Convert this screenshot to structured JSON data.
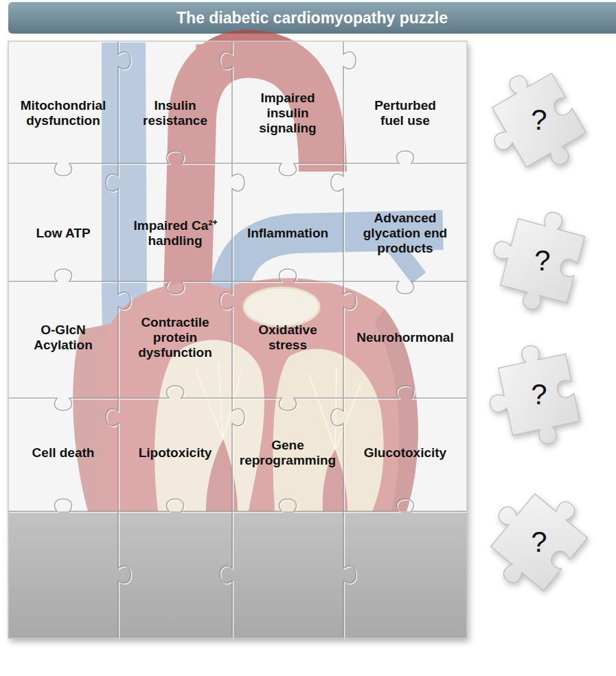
{
  "diagram": {
    "title": "The diabetic cardiomyopathy puzzle",
    "nodes": [
      {
        "text": [
          "Mitochondrial dysfunction"
        ]
      },
      {
        "text": [
          "Insulin resistance"
        ]
      },
      {
        "text": [
          "Impaired insulin signaling"
        ]
      },
      {
        "text": [
          "Perturbed fuel use"
        ]
      },
      {
        "text": [
          "Low ATP"
        ]
      },
      {
        "text": [
          "Impaired Ca²⁺ handling"
        ]
      },
      {
        "text": [
          "Inflammation"
        ]
      },
      {
        "text": [
          "Advanced glycation end products"
        ]
      },
      {
        "text": [
          "O-GlcN Acylation"
        ]
      },
      {
        "text": [
          "Contractile protein dysfunction"
        ]
      },
      {
        "text": [
          "Oxidative stress"
        ]
      },
      {
        "text": [
          "Neurohormonal"
        ]
      },
      {
        "text": [
          "Cell death"
        ]
      },
      {
        "text": [
          "Lipotoxicity"
        ]
      },
      {
        "text": [
          "Gene reprogramming"
        ]
      },
      {
        "text": [
          "Glucotoxicity"
        ]
      },
      {
        "text": [
          "?"
        ]
      },
      {
        "text": [
          "?"
        ]
      },
      {
        "text": [
          "?"
        ]
      },
      {
        "text": [
          "?"
        ]
      }
    ]
  }
}
